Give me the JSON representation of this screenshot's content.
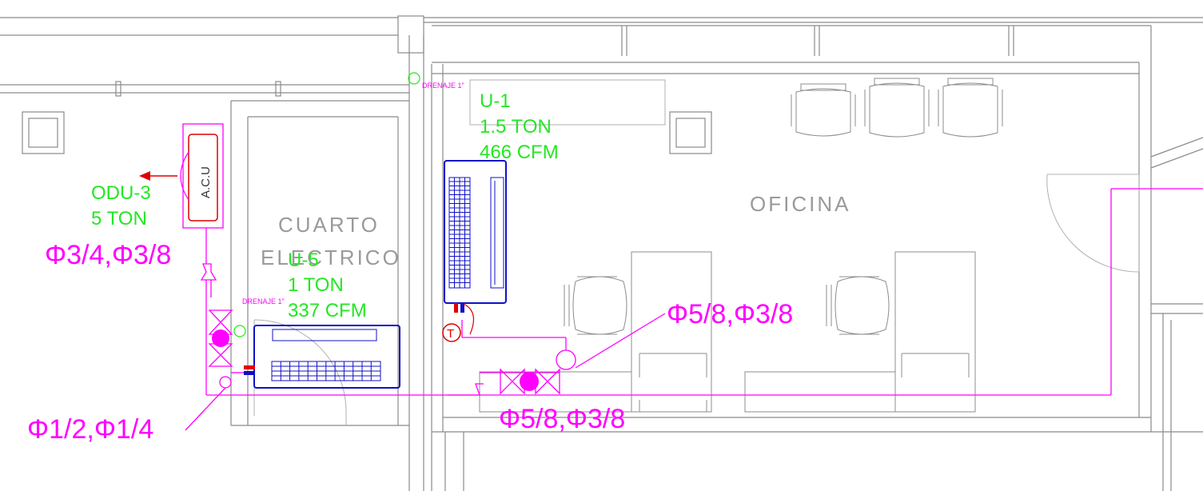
{
  "rooms": {
    "cuarto_line1": "CUARTO",
    "cuarto_line2": "ELECTRICO",
    "oficina": "OFICINA"
  },
  "outdoor_unit": {
    "box_label": "A.C.U",
    "name": "ODU-3",
    "capacity": "5 TON"
  },
  "unit_u1": {
    "name": "U-1",
    "capacity": "1.5 TON",
    "airflow": "466 CFM"
  },
  "unit_u5": {
    "name": "U-5",
    "capacity": "1 TON",
    "airflow": "337 CFM"
  },
  "pipes": {
    "main_odu": "Φ3/4,Φ3/8",
    "branch_u5": "Φ1/2,Φ1/4",
    "branch_u1_upper": "Φ5/8,Φ3/8",
    "branch_u1_lower": "Φ5/8,Φ3/8"
  },
  "drains": {
    "top": "DRENAJE 1\"",
    "left": "DRENAJE 1\""
  },
  "thermostat_symbol": "T",
  "colors": {
    "refrigerant_pipe": "#ff00ff",
    "unit_outline": "#1010c8",
    "unit_labels": "#22e822",
    "walls": "#8a8a8a",
    "thermostat": "#e00000",
    "arrow": "#e00000"
  }
}
